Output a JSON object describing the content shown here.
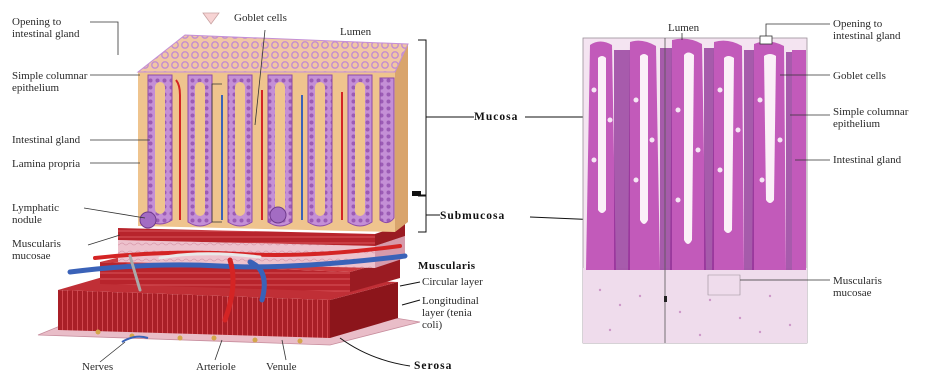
{
  "left_diagram": {
    "labels": {
      "opening_to_gland": [
        "Opening to",
        "intestinal gland"
      ],
      "goblet_cells": "Goblet cells",
      "lumen": "Lumen",
      "simple_columnar": [
        "Simple columnar",
        "epithelium"
      ],
      "intestinal_gland": "Intestinal gland",
      "lamina_propria": "Lamina propria",
      "lymphatic_nodule": [
        "Lymphatic",
        "nodule"
      ],
      "muscularis_mucosae": [
        "Muscularis",
        "mucosae"
      ],
      "nerves": "Nerves",
      "arteriole": "Arteriole",
      "venule": "Venule"
    }
  },
  "center_labels": {
    "mucosa": "Mucosa",
    "submucosa": "Submucosa",
    "muscularis": "Muscularis",
    "circular_layer": "Circular layer",
    "longitudinal_layer": [
      "Longitudinal",
      "layer (tenia",
      "coli)"
    ],
    "serosa": "Serosa"
  },
  "micrograph": {
    "labels": {
      "lumen": "Lumen",
      "opening_to_gland": [
        "Opening to",
        "intestinal gland"
      ],
      "goblet_cells": "Goblet cells",
      "simple_columnar": [
        "Simple columnar",
        "epithelium"
      ],
      "intestinal_gland": "Intestinal gland",
      "muscularis_mucosae": [
        "Muscularis",
        "mucosae"
      ]
    }
  },
  "colors": {
    "epithelium": "#c48fd6",
    "lamina": "#efc48e",
    "submucosa_pink": "#e9b7c4",
    "muscle": "#b8242c",
    "artery": "#d42424",
    "vein": "#3a62b8",
    "stain_pink": "#d78ccb",
    "stain_purple": "#8d2e94"
  }
}
